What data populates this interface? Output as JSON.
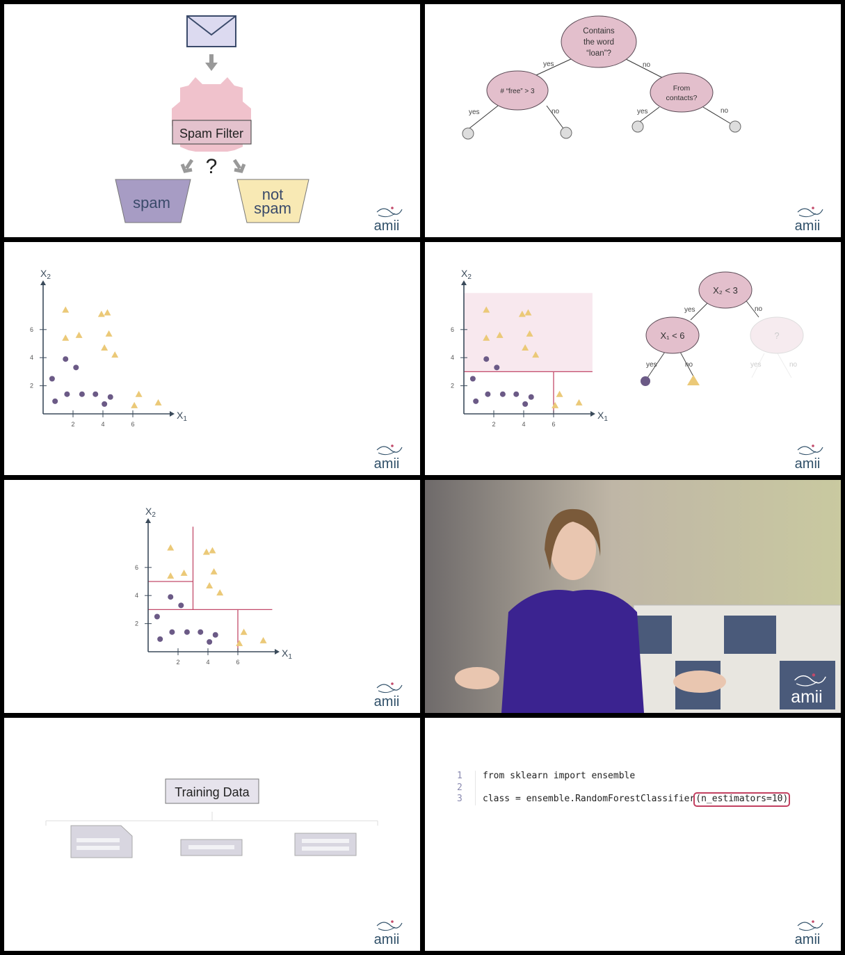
{
  "brand": {
    "logo_text": "amii"
  },
  "colors": {
    "pink_node": "#e3bfcc",
    "node_stroke": "#5a4a55",
    "purple_point": "#6b5a86",
    "yellow_point": "#ebc978",
    "split_line": "#c24a6a",
    "axis": "#3a4a5a",
    "spam_bin": "#a79cc4",
    "notspam_bin": "#f8e9b4"
  },
  "panel1": {
    "icons": [
      "envelope-icon",
      "gear-icon"
    ],
    "filter_label": "Spam Filter",
    "question": "?",
    "bin_spam": "spam",
    "bin_not_line1": "not",
    "bin_not_line2": "spam"
  },
  "panel2": {
    "root": [
      "Contains",
      "the word",
      "“loan”?"
    ],
    "left": "# “free” > 3",
    "right": [
      "From",
      "contacts?"
    ],
    "yes": "yes",
    "no": "no"
  },
  "scatter": {
    "x_axis_label": "X",
    "x_sub": "1",
    "y_axis_label": "X",
    "y_sub": "2",
    "x_ticks": [
      "2",
      "4",
      "6"
    ],
    "y_ticks": [
      "2",
      "4",
      "6"
    ],
    "circles": [
      [
        0.6,
        2.5
      ],
      [
        0.8,
        0.9
      ],
      [
        1.5,
        3.9
      ],
      [
        1.6,
        1.4
      ],
      [
        2.2,
        3.3
      ],
      [
        2.6,
        1.4
      ],
      [
        3.5,
        1.4
      ],
      [
        4.1,
        0.7
      ],
      [
        4.5,
        1.2
      ]
    ],
    "triangles": [
      [
        1.5,
        7.4
      ],
      [
        1.5,
        5.4
      ],
      [
        2.4,
        5.6
      ],
      [
        3.9,
        7.1
      ],
      [
        4.1,
        4.7
      ],
      [
        4.3,
        7.2
      ],
      [
        4.4,
        5.7
      ],
      [
        4.8,
        4.2
      ],
      [
        6.1,
        0.6
      ],
      [
        6.4,
        1.4
      ],
      [
        7.7,
        0.8
      ]
    ]
  },
  "panel4": {
    "root": "X₂ < 3",
    "left": "X₁ < 6",
    "right": "?",
    "yes": "yes",
    "no": "no"
  },
  "panel6": {
    "icons": [
      "person-photo",
      "shelf-photo"
    ]
  },
  "panel7": {
    "title": "Training Data",
    "icons": [
      "document-icon",
      "table-row-icon",
      "table-row-icon"
    ]
  },
  "panel8": {
    "line_numbers": [
      "1",
      "2",
      "3"
    ],
    "l1_kw1": "from",
    "l1_mid": " sklearn ",
    "l1_kw2": "import",
    "l1_end": " ensemble",
    "l3_kw": "class",
    "l3_eq": " = ",
    "l3_mod": "ensemble",
    "l3_cls": ".RandomForestClassifier",
    "l3_param": "(n_estimators=",
    "l3_num": "10",
    "l3_close": ")"
  }
}
